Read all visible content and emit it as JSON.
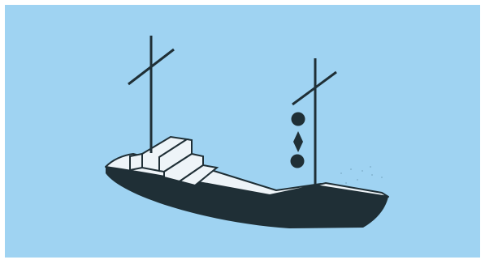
{
  "illustration": {
    "subject": "vessel-restricted-in-ability-to-maneuver",
    "colors": {
      "sky": "#9fd3f2",
      "hull": "#1f2f36",
      "deck": "#eef4f8",
      "outline": "#1f2f36",
      "mast": "#1f2f36"
    },
    "signal_shapes": [
      "ball",
      "diamond",
      "ball"
    ]
  }
}
